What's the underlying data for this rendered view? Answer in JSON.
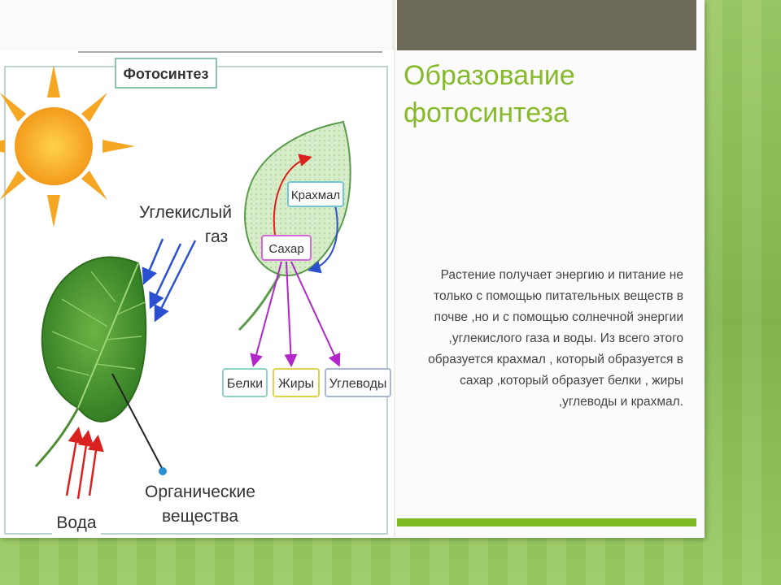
{
  "slide": {
    "title": "Образование фотосинтеза",
    "body": "Растение получает энергию и питание не только с помощью питательных веществ в почве ,но и с помощью солнечной энергии ,углекислого газа и воды. Из всего этого образуется крахмал , который образуется в сахар ,который образует белки , жиры ,углеводы и крахмал."
  },
  "diagram": {
    "header": "Фотосинтез",
    "co2_label_1": "Углекислый",
    "co2_label_2": "газ",
    "starch": "Крахмал",
    "sugar": "Сахар",
    "proteins": "Белки",
    "fats": "Жиры",
    "carbs": "Углеводы",
    "water": "Вода",
    "organic_1": "Органические",
    "organic_2": "вещества"
  },
  "colors": {
    "title_green": "#86ba2a",
    "sun": "#f5a623",
    "leaf_dark": "#3f8a2c",
    "arrow_blue": "#2a4fd1",
    "arrow_red": "#d9221f",
    "arrow_purple": "#b026c9"
  }
}
